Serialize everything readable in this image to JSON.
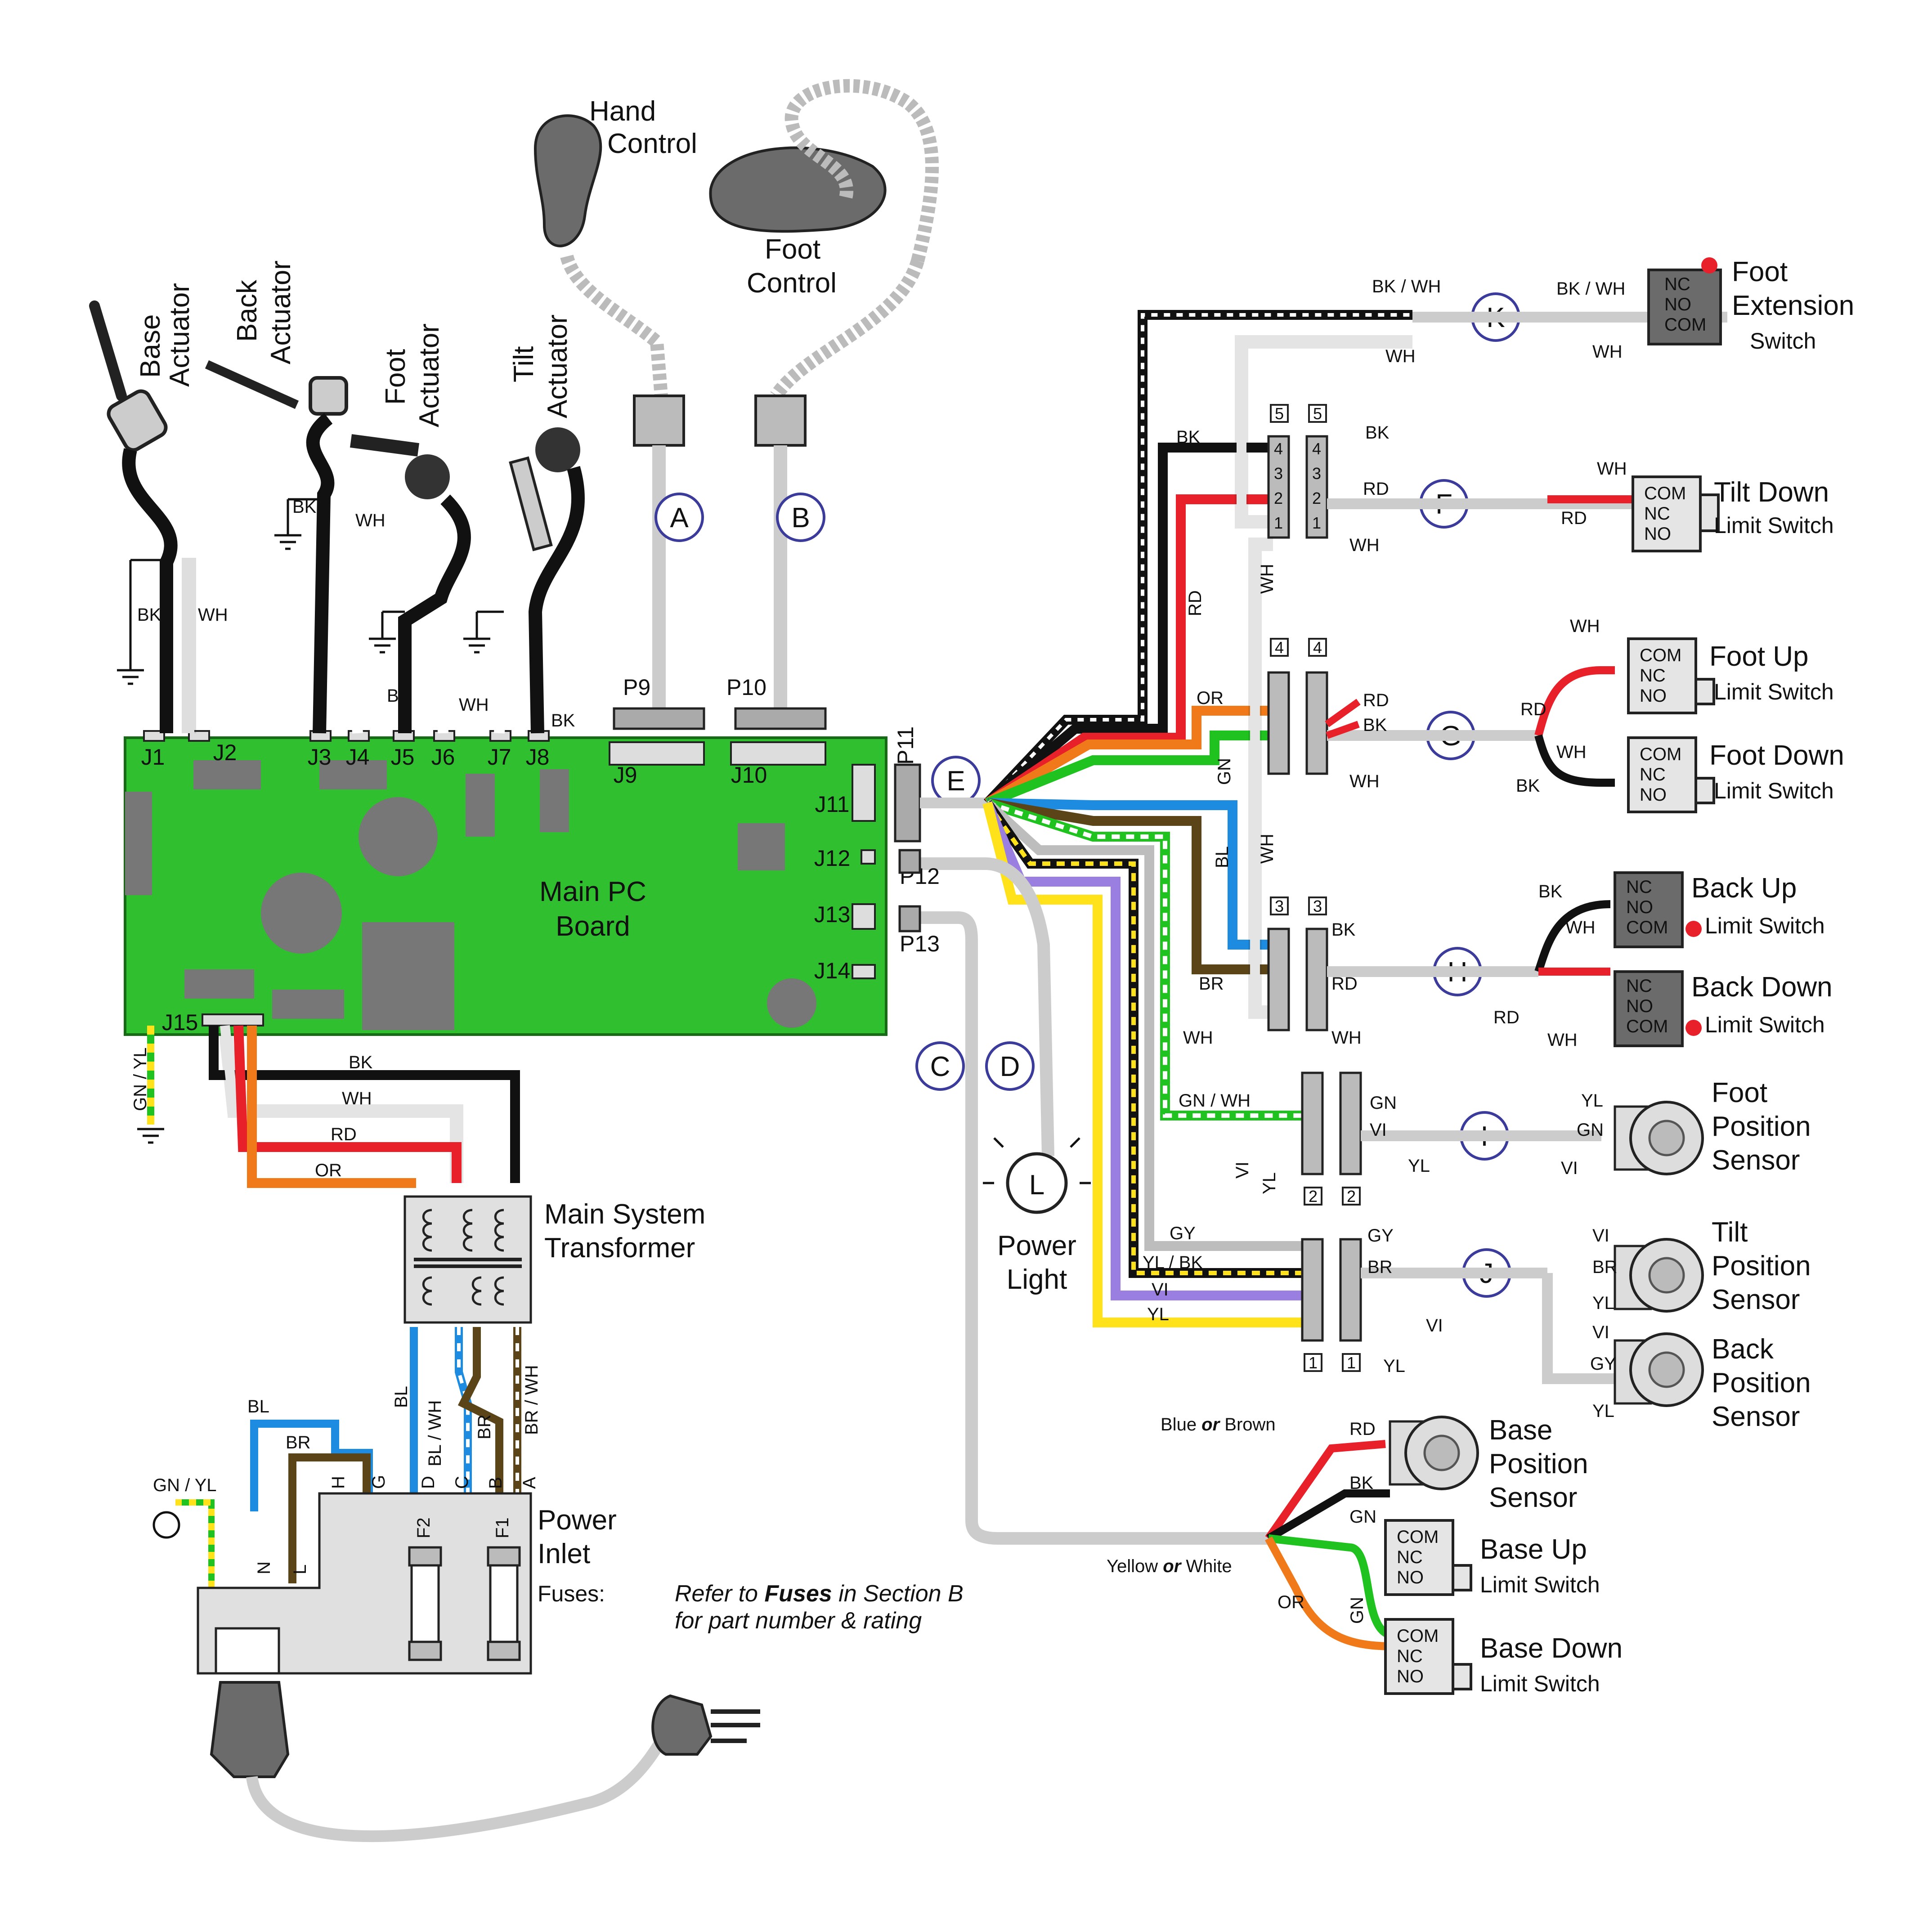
{
  "components": {
    "hand_control": [
      "Hand",
      "Control"
    ],
    "foot_control": [
      "Foot",
      "Control"
    ],
    "base_actuator": [
      "Base",
      "Actuator"
    ],
    "back_actuator": [
      "Back",
      "Actuator"
    ],
    "foot_actuator": [
      "Foot",
      "Actuator"
    ],
    "tilt_actuator": [
      "Tilt",
      "Actuator"
    ],
    "main_pc_board": [
      "Main PC",
      "Board"
    ],
    "transformer": [
      "Main System",
      "Transformer"
    ],
    "power_inlet": [
      "Power",
      "Inlet"
    ],
    "power_light": [
      "Power",
      "Light"
    ],
    "fuses_label": "Fuses:",
    "fuses_note_pre": "Refer to ",
    "fuses_note_bold": "Fuses",
    "fuses_note_post": " in Section B",
    "fuses_note_line2": "for part number & rating"
  },
  "switches": {
    "foot_extension": [
      "Foot",
      "Extension",
      "Switch"
    ],
    "tilt_down": [
      "Tilt Down",
      "Limit Switch"
    ],
    "foot_up": [
      "Foot Up",
      "Limit Switch"
    ],
    "foot_down": [
      "Foot Down",
      "Limit Switch"
    ],
    "back_up": [
      "Back Up",
      "Limit Switch"
    ],
    "back_down": [
      "Back Down",
      "Limit Switch"
    ],
    "base_up": [
      "Base Up",
      "Limit Switch"
    ],
    "base_down": [
      "Base Down",
      "Limit Switch"
    ]
  },
  "sensors": {
    "foot_position": [
      "Foot",
      "Position",
      "Sensor"
    ],
    "tilt_position": [
      "Tilt",
      "Position",
      "Sensor"
    ],
    "back_position": [
      "Back",
      "Position",
      "Sensor"
    ],
    "base_position": [
      "Base",
      "Position",
      "Sensor"
    ]
  },
  "switch_terms": {
    "nc": "NC",
    "no": "NO",
    "com": "COM"
  },
  "jacks": [
    "J1",
    "J2",
    "J3",
    "J4",
    "J5",
    "J6",
    "J7",
    "J8",
    "J9",
    "J10",
    "J11",
    "J12",
    "J13",
    "J14",
    "J15"
  ],
  "plugs": [
    "P9",
    "P10",
    "P11",
    "P12",
    "P13"
  ],
  "cable_ids": [
    "A",
    "B",
    "C",
    "D",
    "E",
    "F",
    "G",
    "H",
    "I",
    "J",
    "K",
    "L"
  ],
  "wire_labels": {
    "bk": "BK",
    "wh": "WH",
    "rd": "RD",
    "or": "OR",
    "gn": "GN",
    "bl": "BL",
    "br": "BR",
    "vi": "VI",
    "yl": "YL",
    "gy": "GY",
    "bk_wh": "BK / WH",
    "gn_yl": "GN / YL",
    "gn_wh": "GN / WH",
    "yl_bk": "YL / BK",
    "bl_wh": "BL / WH",
    "br_wh": "BR / WH",
    "inlet_terms": [
      "N",
      "L",
      "H",
      "G",
      "D",
      "C",
      "B",
      "A"
    ],
    "fuses": [
      "F2",
      "F1"
    ]
  },
  "connector_pins": [
    "1",
    "2",
    "3",
    "4"
  ],
  "connector_ids": [
    "5",
    "4",
    "3",
    "2",
    "1"
  ],
  "base_sensor_notes": {
    "blue_or_brown_a": "Blue ",
    "blue_or_brown_or": "or",
    "blue_or_brown_b": " Brown",
    "yellow_or_white_a": "Yellow ",
    "yellow_or_white_or": "or",
    "yellow_or_white_b": " White"
  },
  "colors": {
    "board": "#2fbf2f",
    "black": "#111111",
    "white": "#ffffff",
    "red": "#e8202a",
    "orange": "#f07a1a",
    "green": "#1fc21f",
    "blue": "#1c8be0",
    "brown": "#5a4418",
    "violet": "#9b7fe0",
    "yellow": "#ffe21a",
    "gray": "#bdbdbd",
    "dark_gray": "#6b6b6b",
    "accent_circle": "#3b3b9c"
  }
}
